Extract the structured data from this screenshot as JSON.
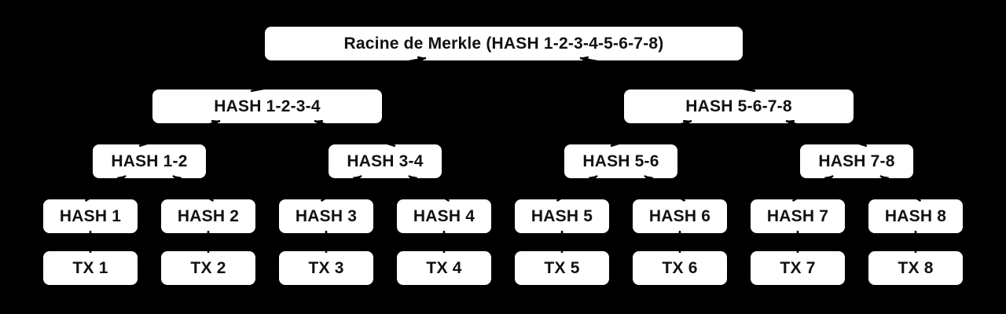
{
  "diagram": {
    "type": "merkle-tree",
    "colors": {
      "background": "#000000",
      "node_fill": "#ffffff",
      "node_border": "#000000",
      "text": "#111111"
    },
    "root": "Racine de Merkle (HASH 1-2-3-4-5-6-7-8)",
    "level2": [
      "HASH 1-2-3-4",
      "HASH 5-6-7-8"
    ],
    "level3": [
      "HASH 1-2",
      "HASH 3-4",
      "HASH 5-6",
      "HASH 7-8"
    ],
    "level4": [
      "HASH 1",
      "HASH 2",
      "HASH 3",
      "HASH 4",
      "HASH 5",
      "HASH 6",
      "HASH 7",
      "HASH 8"
    ],
    "transactions": [
      "TX 1",
      "TX 2",
      "TX 3",
      "TX 4",
      "TX 5",
      "TX 6",
      "TX 7",
      "TX 8"
    ]
  }
}
